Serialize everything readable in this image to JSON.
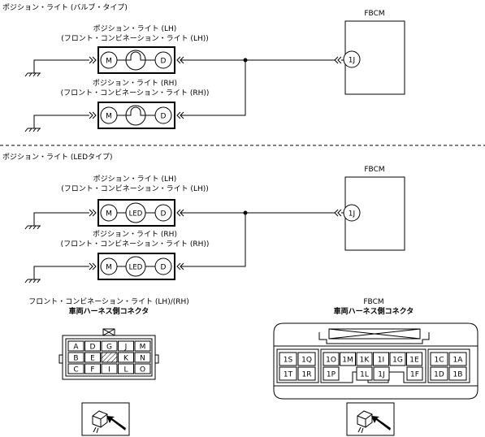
{
  "top": {
    "section_title": "ポジション・ライト (バルブ・タイプ)",
    "fbcm_title": "FBCM",
    "fbcm_pin": "1J",
    "lamp_lh_line1": "ポジション・ライト (LH)",
    "lamp_lh_line2": "(フロント・コンビネーション・ライト (LH))",
    "lamp_rh_line1": "ポジション・ライト (RH)",
    "lamp_rh_line2": "(フロント・コンビネーション・ライト (RH))",
    "pin_m": "M",
    "pin_d": "D"
  },
  "bottom": {
    "section_title": "ポジション・ライト (LEDタイプ)",
    "fbcm_title": "FBCM",
    "fbcm_pin": "1J",
    "lamp_lh_line1": "ポジション・ライト (LH)",
    "lamp_lh_line2": "(フロント・コンビネーション・ライト (LH))",
    "lamp_rh_line1": "ポジション・ライト (RH)",
    "lamp_rh_line2": "(フロント・コンビネーション・ライト (RH))",
    "pin_m": "M",
    "pin_d": "D",
    "led_label": "LED"
  },
  "connector_left": {
    "title_line1": "フロント・コンビネーション・ライト (LH)/(RH)",
    "title_line2": "車両ハーネス側コネクタ",
    "rows": [
      [
        "A",
        "D",
        "G",
        "J",
        "M"
      ],
      [
        "B",
        "E",
        "",
        "K",
        "N"
      ],
      [
        "C",
        "F",
        "I",
        "L",
        "O"
      ]
    ]
  },
  "connector_right": {
    "title_line1": "FBCM",
    "title_line2": "車両ハーネス側コネクタ",
    "group_left": [
      [
        "1S",
        "1Q"
      ],
      [
        "1T",
        "1R"
      ]
    ],
    "group_mid_top": [
      "1O",
      "1M",
      "1K",
      "1I",
      "1G",
      "1E"
    ],
    "group_mid_bottom": [
      "1P",
      "1L",
      "1J",
      "1F"
    ],
    "group_right": [
      [
        "1C",
        "1A"
      ],
      [
        "1D",
        "1B"
      ]
    ]
  }
}
